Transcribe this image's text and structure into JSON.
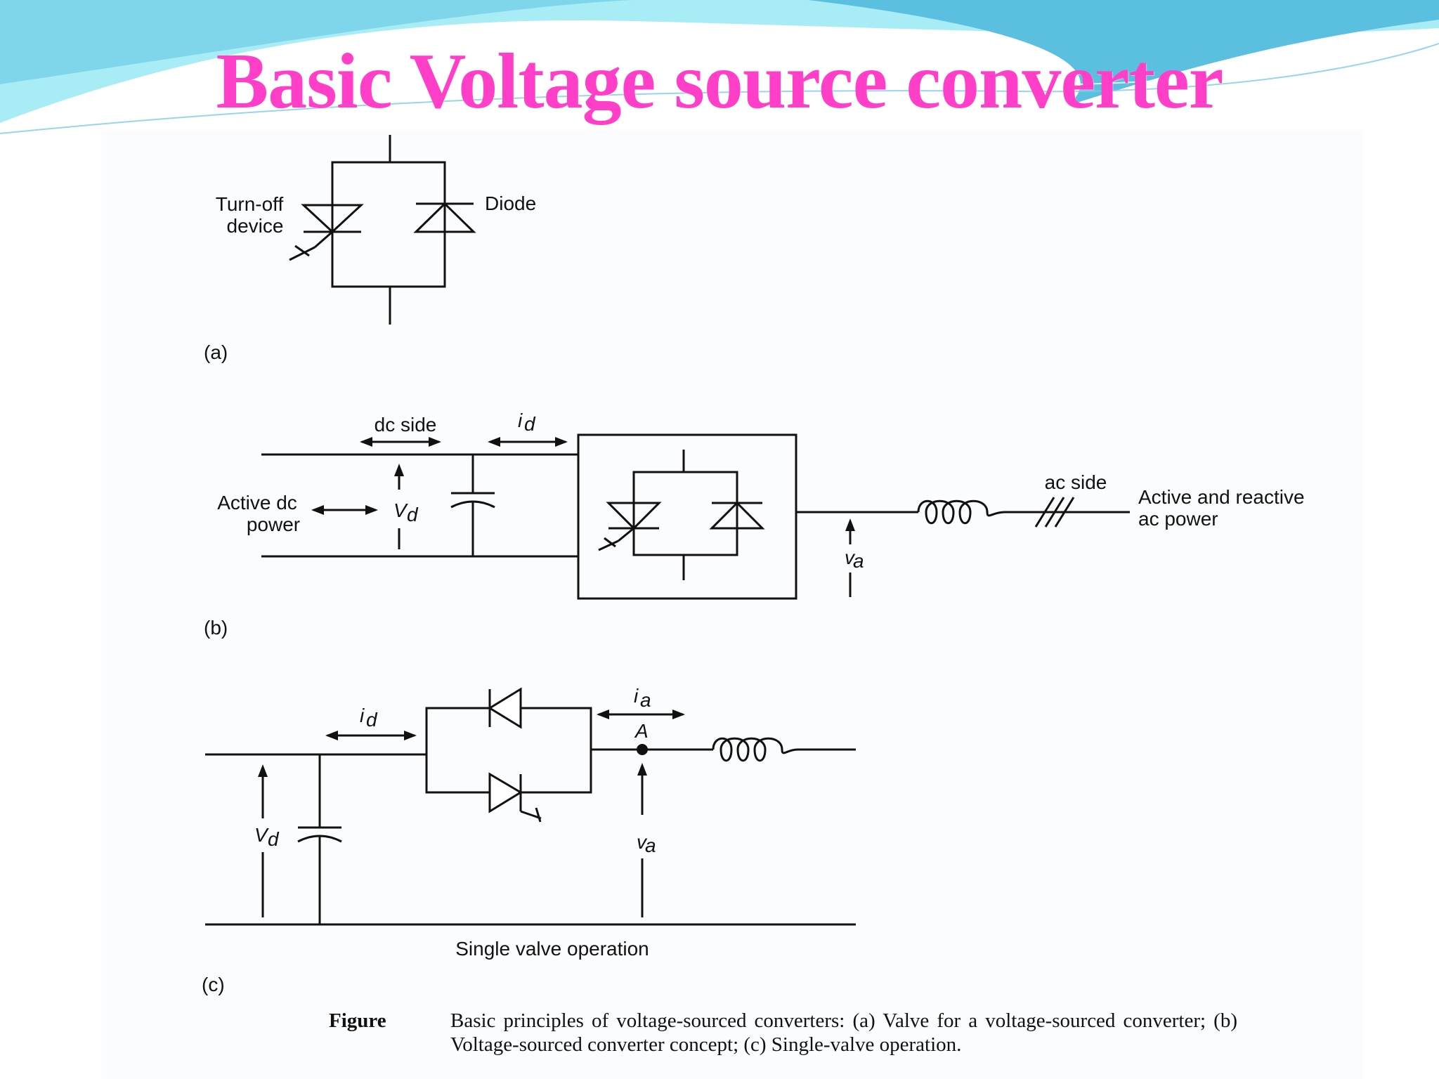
{
  "slide": {
    "title": "Basic Voltage source converter",
    "theme_colors": {
      "title": "#ff3fc8",
      "wave_light": "#9fe9f4",
      "wave_dark": "#4fb9dc"
    }
  },
  "figure": {
    "panel_a": {
      "tag": "(a)",
      "turn_off_label_1": "Turn-off",
      "turn_off_label_2": "device",
      "diode_label": "Diode"
    },
    "panel_b": {
      "tag": "(b)",
      "dc_side": "dc side",
      "id_label": "i",
      "id_sub": "d",
      "vd_label": "V",
      "vd_sub": "d",
      "active_dc_1": "Active dc",
      "active_dc_2": "power",
      "ac_side": "ac side",
      "active_ac_1": "Active and reactive",
      "active_ac_2": "ac power",
      "va_label": "v",
      "va_sub": "a"
    },
    "panel_c": {
      "tag": "(c)",
      "id_label": "i",
      "id_sub": "d",
      "ia_label": "i",
      "ia_sub": "a",
      "node_label": "A",
      "vd_label": "V",
      "vd_sub": "d",
      "va_label": "v",
      "va_sub": "a",
      "operation_label": "Single valve operation"
    },
    "caption": {
      "heading": "Figure",
      "text": "Basic principles of voltage-sourced converters: (a) Valve for a voltage-sourced converter; (b) Voltage-sourced converter concept; (c) Single-valve operation."
    }
  }
}
